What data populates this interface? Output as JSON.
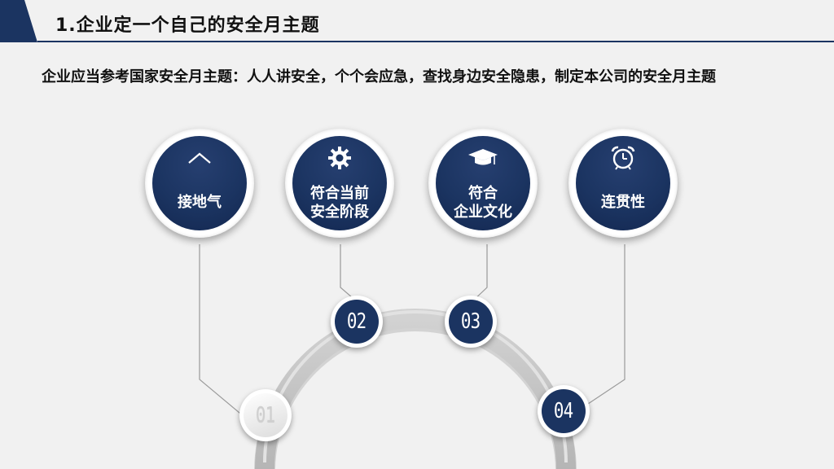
{
  "header": {
    "title": "1.企业定一个自己的安全月主题"
  },
  "intro": {
    "text": "企业应当参考国家安全月主题：人人讲安全，个个会应急，查找身边安全隐患，制定本公司的安全月主题"
  },
  "topics": [
    {
      "label": "接地气",
      "icon": "chevron-up-icon"
    },
    {
      "label": "符合当前\n安全阶段",
      "icon": "gear-icon"
    },
    {
      "label": "符合\n企业文化",
      "icon": "graduation-cap-icon"
    },
    {
      "label": "连贯性",
      "icon": "alarm-clock-icon"
    }
  ],
  "steps": [
    {
      "number": "01"
    },
    {
      "number": "02"
    },
    {
      "number": "03"
    },
    {
      "number": "04"
    }
  ],
  "colors": {
    "primary": "#1b3461",
    "background": "#f1f1f1",
    "arc": "#c4c4c4",
    "connector": "#9a9a9a"
  }
}
